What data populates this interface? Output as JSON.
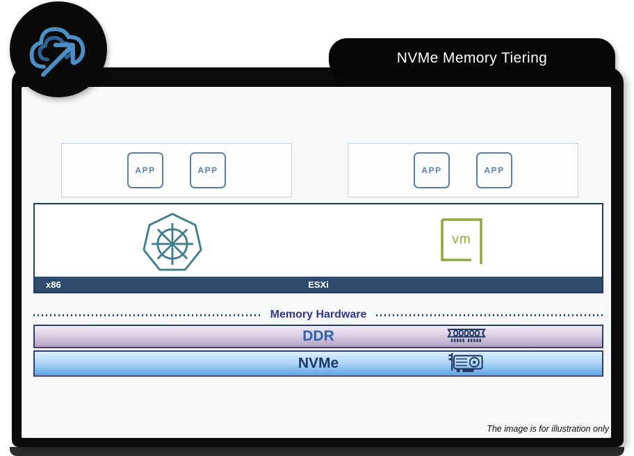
{
  "header": {
    "title": "NVMe Memory Tiering",
    "logo_icon": "cloud-upload-arrow-logo"
  },
  "diagram": {
    "app_groups": [
      {
        "apps": [
          "APP",
          "APP"
        ]
      },
      {
        "apps": [
          "APP",
          "APP"
        ]
      }
    ],
    "platform": {
      "kubernetes_icon": "kubernetes-helm-icon",
      "vm_label": "vm",
      "bar": {
        "left_label": "x86",
        "center_label": "ESXi"
      }
    },
    "memory_hardware": {
      "label": "Memory Hardware",
      "tiers": [
        {
          "name": "DDR",
          "icon": "ram-dimm-icon"
        },
        {
          "name": "NVMe",
          "icon": "nvme-card-icon"
        }
      ]
    }
  },
  "footer": {
    "note": "The image is for illustration only"
  },
  "colors": {
    "navy_bar": "#2e4b6e",
    "platform_border": "#1e3a5f",
    "app_accent": "#5b80a5",
    "kubernetes_teal": "#3f7d8c",
    "vm_green": "#8ca83f",
    "ddr_text": "#2a62b4",
    "nvme_text": "#1f3864",
    "memory_label": "#32378d",
    "logo_blue_light": "#4a90c6",
    "logo_blue_dark": "#2d6290",
    "ddr_gradient_bottom": "#b3a2c6",
    "nvme_gradient_bottom": "#61a4e4"
  }
}
